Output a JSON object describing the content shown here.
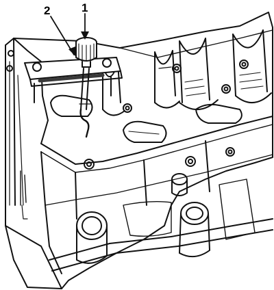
{
  "callouts": [
    {
      "id": "1",
      "label": "1"
    },
    {
      "id": "2",
      "label": "2"
    }
  ],
  "colors": {
    "ink": "#111111",
    "paper": "#ffffff",
    "shade": "#3a3a3a"
  }
}
